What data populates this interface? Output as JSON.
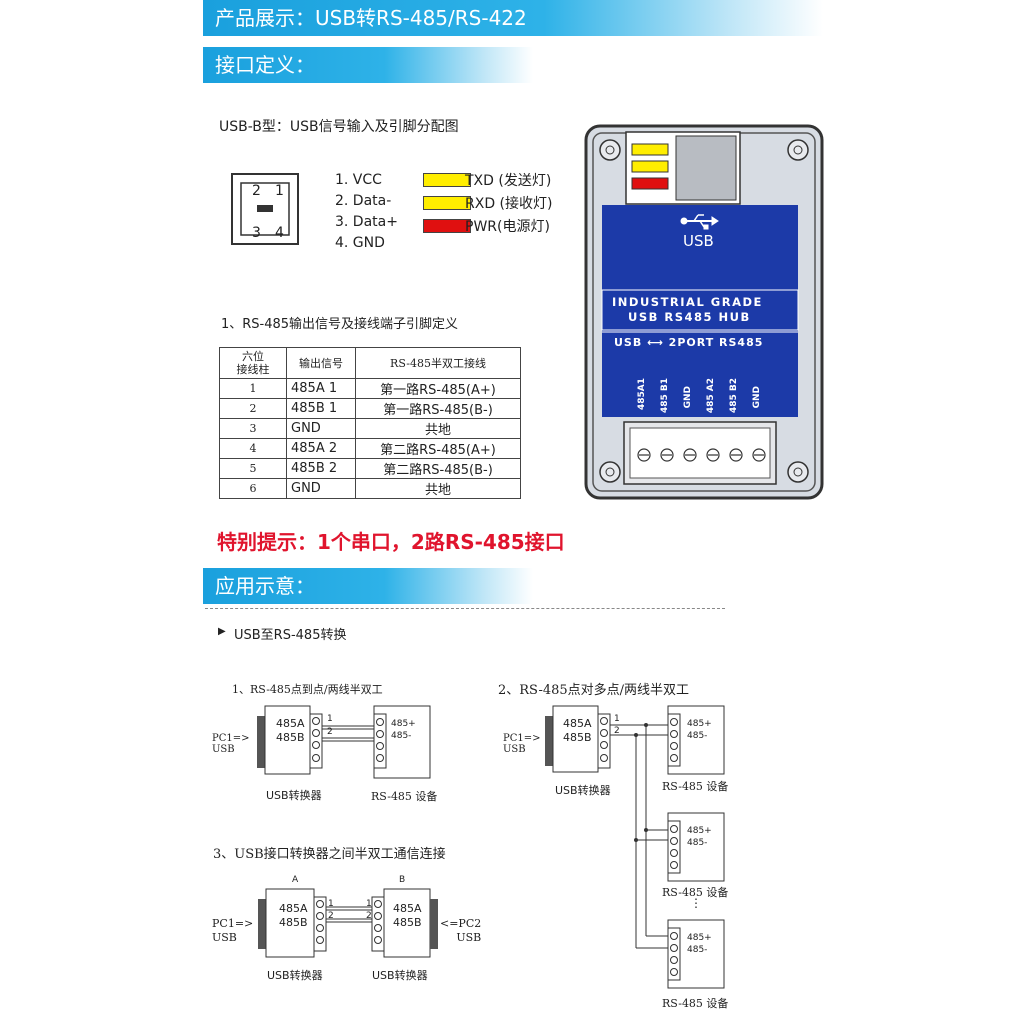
{
  "header": {
    "title": "产品展示：USB转RS-485/RS-422"
  },
  "section1": {
    "title": "接口定义："
  },
  "usb_b": {
    "title": "USB-B型：USB信号输入及引脚分配图",
    "pin_digits": [
      "2",
      "1",
      "3",
      "4"
    ],
    "pins": [
      "1. VCC",
      "2. Data-",
      "3. Data+",
      "4. GND"
    ],
    "leds": [
      {
        "label": "TXD (发送灯)",
        "color": "#ffee00"
      },
      {
        "label": "RXD (接收灯)",
        "color": "#ffee00"
      },
      {
        "label": "PWR(电源灯)",
        "color": "#e01010"
      }
    ]
  },
  "table": {
    "title": "1、RS-485输出信号及接线端子引脚定义",
    "headers": [
      "六位\n接线柱",
      "输出信号",
      "RS-485半双工接线"
    ],
    "rows": [
      [
        "1",
        "485A 1",
        "第一路RS-485(A+)"
      ],
      [
        "2",
        "485B 1",
        "第一路RS-485(B-)"
      ],
      [
        "3",
        "GND",
        "共地"
      ],
      [
        "4",
        "485A 2",
        "第二路RS-485(A+)"
      ],
      [
        "5",
        "485B 2",
        "第二路RS-485(B-)"
      ],
      [
        "6",
        "GND",
        "共地"
      ]
    ]
  },
  "device": {
    "usb_label": "USB",
    "line1": "INDUSTRIAL GRADE",
    "line2": "USB RS485 HUB",
    "line3": "USB ⟷ 2PORT RS485",
    "terminals": [
      "485A1",
      "485 B1",
      "GND",
      "485 A2",
      "485 B2",
      "GND"
    ],
    "colors": {
      "blue": "#1c3aa8",
      "body": "#d7dce3"
    }
  },
  "notice": "特别提示：1个串口，2路RS-485接口",
  "section2": {
    "title": "应用示意："
  },
  "app": {
    "subtitle": "USB至RS-485转换",
    "d1": {
      "title": "1、RS-485点到点/两线半双工",
      "pc": "PC1=>\nUSB",
      "a": "485A",
      "b": "485B",
      "p1": "1",
      "p2": "2",
      "dp": "485+",
      "dm": "485-",
      "conv": "USB转换器",
      "dev": "RS-485 设备"
    },
    "d2": {
      "title": "2、RS-485点对多点/两线半双工",
      "pc": "PC1=>\nUSB",
      "a": "485A",
      "b": "485B",
      "p1": "1",
      "p2": "2",
      "dp": "485+",
      "dm": "485-",
      "conv": "USB转换器",
      "dev": "RS-485 设备",
      "ellipsis": "⋮"
    },
    "d3": {
      "title": "3、USB接口转换器之间半双工通信连接",
      "labA": "A",
      "labB": "B",
      "pc1": "PC1=>\nUSB",
      "pc2": "<=PC2\nUSB",
      "a": "485A",
      "b": "485B",
      "p1": "1",
      "p2": "2",
      "conv": "USB转换器"
    }
  }
}
